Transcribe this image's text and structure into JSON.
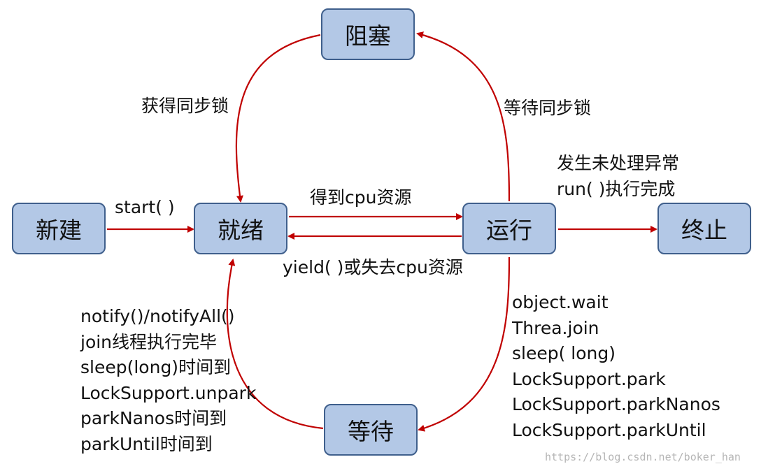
{
  "states": {
    "new": "新建",
    "ready": "就绪",
    "running": "运行",
    "blocked": "阻塞",
    "waiting": "等待",
    "terminated": "终止"
  },
  "transitions": {
    "start": "start( )",
    "get_cpu": "得到cpu资源",
    "yield": "yield( )或失去cpu资源",
    "acquire_lock": "获得同步锁",
    "wait_lock": "等待同步锁",
    "terminate_lines": [
      "发生未处理异常",
      "run( )执行完成"
    ],
    "wait_lines": [
      "object.wait",
      "Threa.join",
      "sleep( long)",
      "LockSupport.park",
      "LockSupport.parkNanos",
      "LockSupport.parkUntil"
    ],
    "wakeup_lines": [
      "notify()/notifyAll()",
      "join线程执行完毕",
      "sleep(long)时间到",
      "LockSupport.unpark",
      "parkNanos时间到",
      "parkUntil时间到"
    ]
  },
  "watermark": "https://blog.csdn.net/boker_han",
  "colors": {
    "box_fill": "#b3c8e6",
    "box_border": "#3f5f8c",
    "arrow": "#c00000"
  }
}
